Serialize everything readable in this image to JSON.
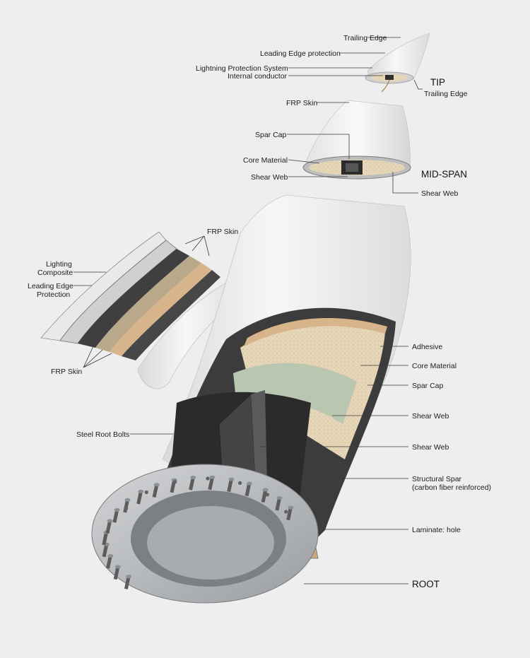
{
  "sections": {
    "tip": "TIP",
    "mid_span": "MID-SPAN",
    "root": "ROOT"
  },
  "tip_labels": {
    "trailing_edge_top": "Trailing Edge",
    "leading_edge_protection": "Leading Edge protection",
    "lightning_protection_system": "Lightning Protection System",
    "internal_conductor": "Internal conductor",
    "trailing_edge_right": "Trailing Edge"
  },
  "mid_labels": {
    "frp_skin": "FRP Skin",
    "spar_cap": "Spar Cap",
    "core_material": "Core Material",
    "shear_web_left": "Shear Web",
    "shear_web_right": "Shear Web"
  },
  "panel_labels": {
    "frp_skin_top": "FRP Skin",
    "lighting_composite_line1": "Lighting",
    "lighting_composite_line2": "Composite",
    "leading_edge_protection_line1": "Leading Edge",
    "leading_edge_protection_line2": "Protection",
    "frp_skin_bottom": "FRP Skin"
  },
  "root_labels": {
    "steel_root_bolts": "Steel Root Bolts",
    "adhesive": "Adhesive",
    "core_material": "Core Material",
    "spar_cap": "Spar Cap",
    "shear_web_1": "Shear Web",
    "shear_web_2": "Shear Web",
    "structural_spar_line1": "Structural Spar",
    "structural_spar_line2": "(carbon fiber reinforced)",
    "laminate_hole": "Laminate: hole"
  },
  "colors": {
    "background": "#eeeeee",
    "shell": "#f4f4f4",
    "carbon": "#3c3c3c",
    "core_foam": "#e6d6b8",
    "balsa": "#d8b48a",
    "spar_green": "#b9c7b0",
    "steel": "#b9bcbf",
    "bolt": "#5c5c5c"
  }
}
